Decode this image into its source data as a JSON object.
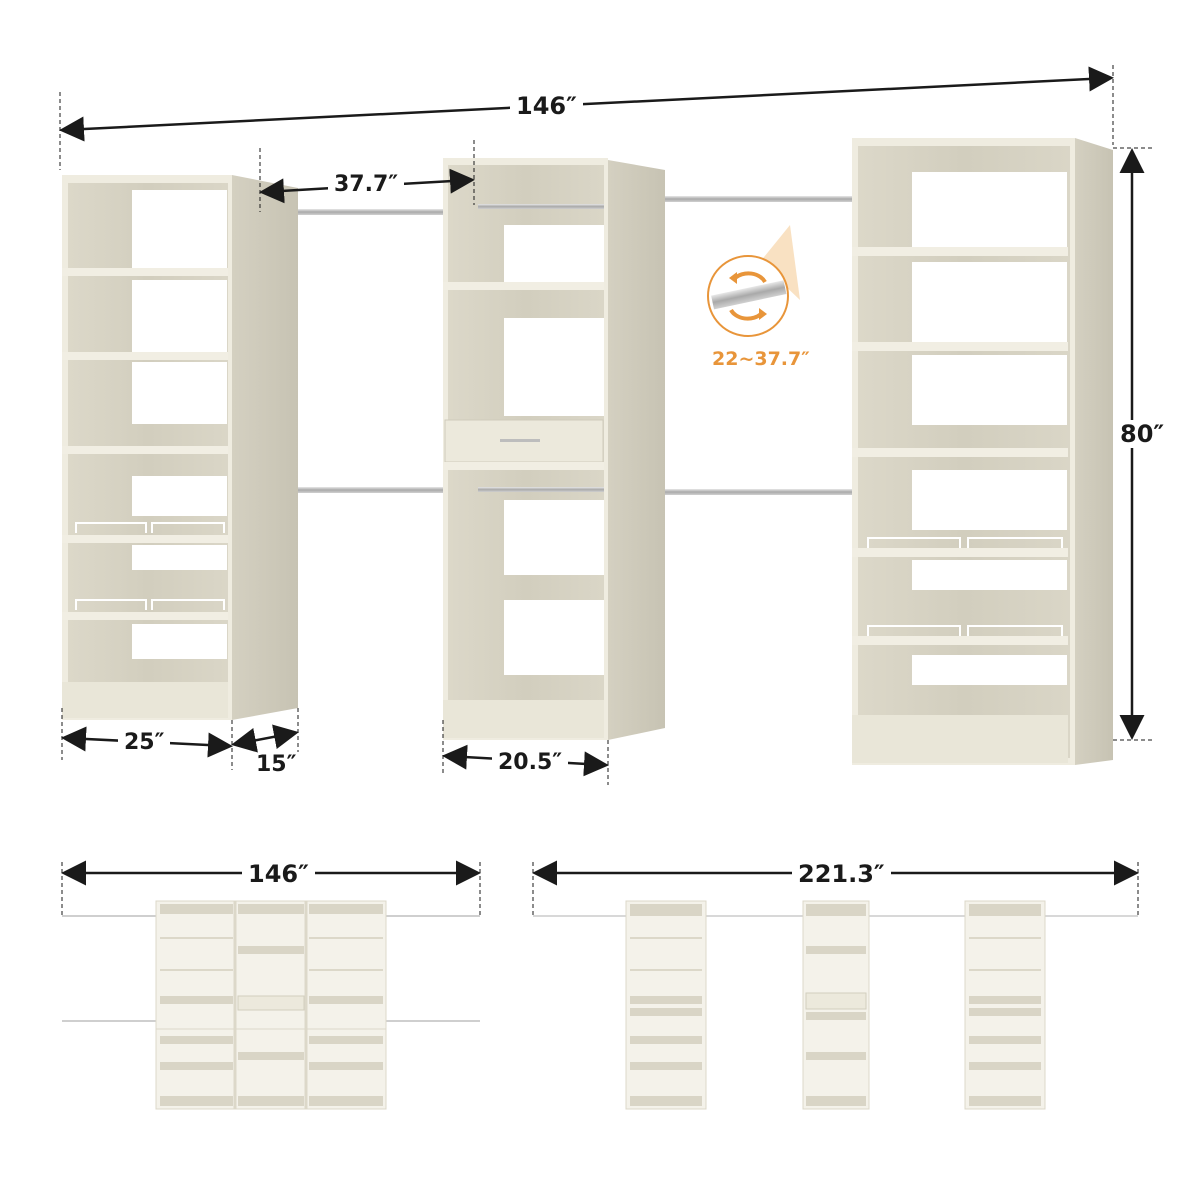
{
  "diagram": {
    "title": "Walk-in closet system dimension diagram",
    "colors": {
      "wood_face": "#efece0",
      "wood_grain": "#d6d2c3",
      "wood_side": "#cfcbbb",
      "rod": "#b9b9b9",
      "dimension_line": "#1a1a1a",
      "accent": "#e8953a"
    },
    "main_view": {
      "overall_width_label": "146″",
      "rod_span_label": "37.7″",
      "height_label": "80″",
      "left_tower_width_label": "25″",
      "depth_label": "15″",
      "center_tower_width_label": "20.5″",
      "adjustable_rod_callout": {
        "label": "22~37.7″",
        "icon": "rotate-arrows-icon"
      },
      "towers": [
        {
          "name": "left-tower",
          "shelves": 5,
          "shoe_shelves": 2
        },
        {
          "name": "center-tower",
          "shelves": 3,
          "drawers": 1
        },
        {
          "name": "right-tower",
          "shelves": 5,
          "shoe_shelves": 2
        }
      ]
    },
    "compact_config": {
      "width_label": "146″"
    },
    "extended_config": {
      "width_label": "221.3″"
    }
  }
}
